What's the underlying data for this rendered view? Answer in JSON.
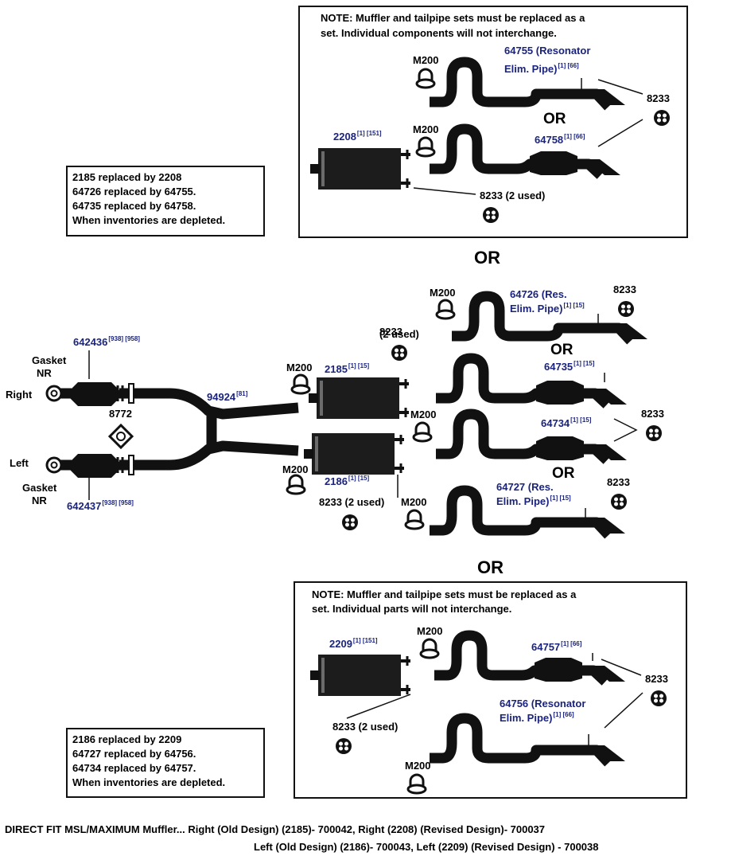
{
  "top_note": [
    "NOTE: Muffler and tailpipe sets must be replaced as a",
    "set. Individual components will not interchange."
  ],
  "bottom_note": [
    "NOTE: Muffler and tailpipe sets must be replaced as a",
    "set. Individual parts will not interchange."
  ],
  "replace_top": [
    "2185 replaced by 2208",
    "64726 replaced by 64755.",
    "64735 replaced by 64758.",
    "When inventories are depleted."
  ],
  "replace_bottom": [
    "2186 replaced by 2209",
    "64727 replaced by 64756.",
    "64734 replaced by 64757.",
    "When inventories are depleted."
  ],
  "or": "OR",
  "labels": {
    "gasket": "Gasket",
    "nr": "NR",
    "right": "Right",
    "left": "Left",
    "clamp": "M200",
    "hanger": "8233",
    "hanger_2": "8233 (2 used)",
    "two_used": "(2 used)",
    "flange_gasket": "8772"
  },
  "parts": {
    "p642436": {
      "num": "642436",
      "refs": "[938] [958]"
    },
    "p642437": {
      "num": "642437",
      "refs": "[938] [958]"
    },
    "p94924": {
      "num": "94924",
      "refs": "[81]"
    },
    "p2185": {
      "num": "2185",
      "refs": "[1] [15]"
    },
    "p2186": {
      "num": "2186",
      "refs": "[1] [15]"
    },
    "p2208": {
      "num": "2208",
      "refs": "[1] [151]"
    },
    "p2209": {
      "num": "2209",
      "refs": "[1] [151]"
    },
    "p64755": {
      "l1": "64755 (Resonator",
      "l2": "Elim. Pipe)",
      "refs": "[1] [66]"
    },
    "p64758": {
      "num": "64758",
      "refs": "[1] [66]"
    },
    "p64726": {
      "l1": "64726 (Res.",
      "l2": "Elim. Pipe)",
      "refs": "[1] [15]"
    },
    "p64735": {
      "num": "64735",
      "refs": "[1] [15]"
    },
    "p64734": {
      "num": "64734",
      "refs": "[1] [15]"
    },
    "p64727": {
      "l1": "64727 (Res.",
      "l2": "Elim. Pipe)",
      "refs": "[1] [15]"
    },
    "p64757": {
      "num": "64757",
      "refs": "[1] [66]"
    },
    "p64756": {
      "l1": "64756 (Resonator",
      "l2": "Elim. Pipe)",
      "refs": "[1] [66]"
    }
  },
  "footer": {
    "line1": "DIRECT FIT MSL/MAXIMUM Muffler... Right (Old Design) (2185)- 700042, Right (2208) (Revised Design)- 700037",
    "line2": "Left (Old Design) (2186)- 700043, Left (2209) (Revised Design) - 700038"
  }
}
